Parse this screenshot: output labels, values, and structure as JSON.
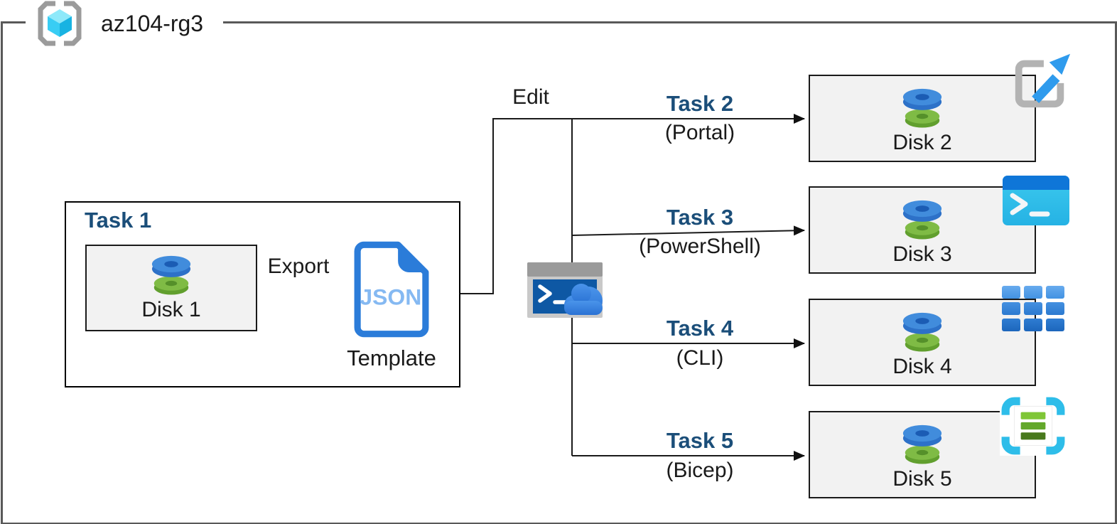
{
  "resource_group": {
    "name": "az104-rg3"
  },
  "source": {
    "task_title": "Task 1",
    "disk_label": "Disk 1",
    "export_label": "Export",
    "json_badge": "JSON",
    "template_label": "Template"
  },
  "edit_label": "Edit",
  "branches": [
    {
      "task": "Task 2",
      "method": "(Portal)",
      "disk": "Disk 2",
      "tool_icon": "azure-portal-icon"
    },
    {
      "task": "Task 3",
      "method": "(PowerShell)",
      "disk": "Disk 3",
      "tool_icon": "powershell-icon"
    },
    {
      "task": "Task 4",
      "method": "(CLI)",
      "disk": "Disk 4",
      "tool_icon": "azure-cli-icon"
    },
    {
      "task": "Task 5",
      "method": "(Bicep)",
      "disk": "Disk 5",
      "tool_icon": "bicep-icon"
    }
  ],
  "icons": {
    "resource_group": "resource-group-icon",
    "disk": "managed-disk-icon",
    "json_template": "json-template-icon",
    "cloud_shell": "cloud-shell-icon"
  },
  "colors": {
    "frame_border": "#595959",
    "task_title_blue": "#1b4e79",
    "box_fill": "#f2f2f2",
    "connector_black": "#1a1a1a",
    "azure_doc_blue": "#2b7cd9",
    "json_text_blue": "#85b9f2",
    "disk_top_blue": "#418cdc",
    "disk_bottom_green": "#7fbb45",
    "portal_arrow_blue": "#2f9bed",
    "powershell_top": "#0f76d8",
    "powershell_body": "#2fc2ec",
    "bicep_cyan": "#2ebde9",
    "cube_cyan": "#38cdf4",
    "cloud_blue": "#2e7ce0"
  }
}
